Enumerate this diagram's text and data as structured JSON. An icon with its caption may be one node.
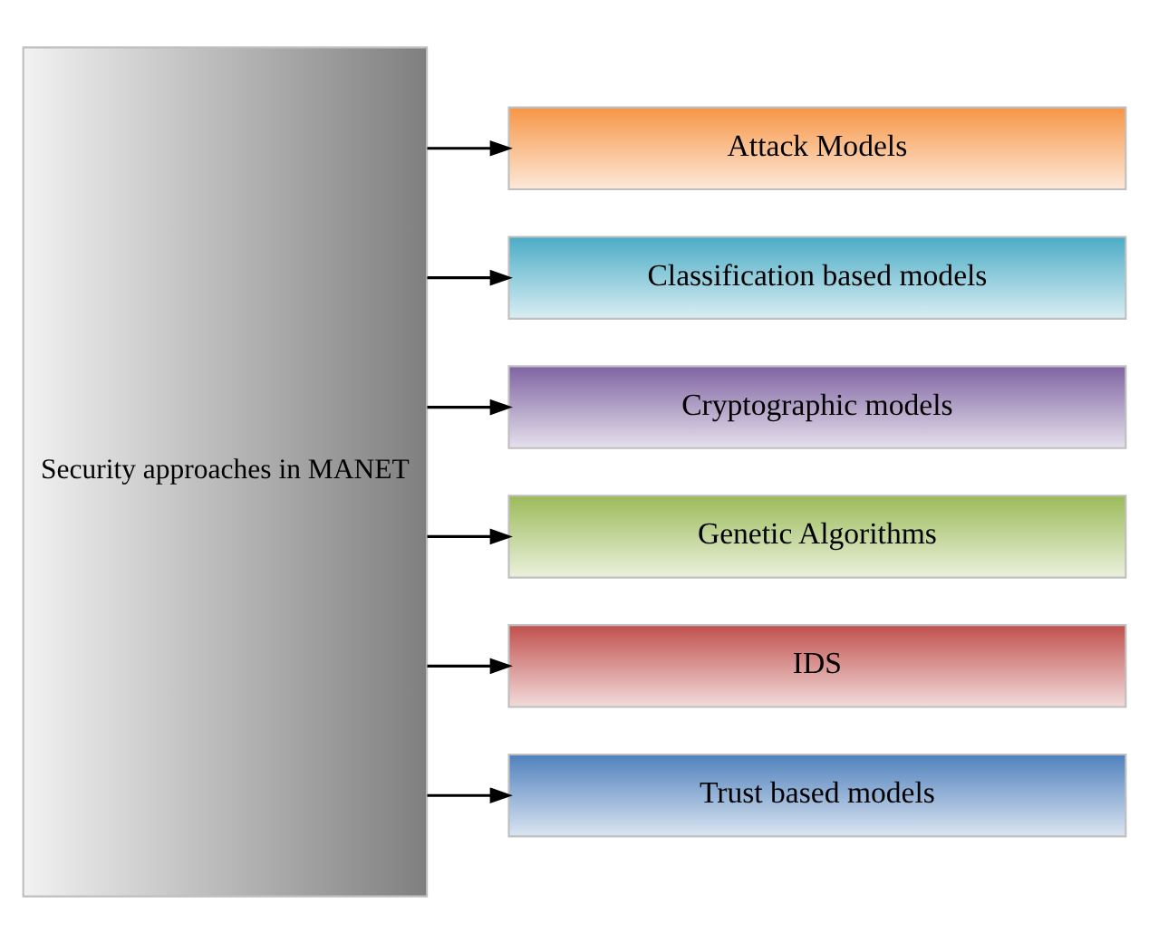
{
  "diagram": {
    "nodes": [
      {
        "text": [
          "Security approaches in MANET"
        ]
      },
      {
        "text": [
          "Attack Models"
        ]
      },
      {
        "text": [
          "Classification based models"
        ]
      },
      {
        "text": [
          "Cryptographic models"
        ]
      },
      {
        "text": [
          "Genetic Algorithms"
        ]
      },
      {
        "text": [
          "IDS"
        ]
      },
      {
        "text": [
          "Trust based models"
        ]
      }
    ],
    "edges": [
      {
        "from": 0,
        "to": 1,
        "arrow": "to"
      },
      {
        "from": 0,
        "to": 2,
        "arrow": "to"
      },
      {
        "from": 0,
        "to": 3,
        "arrow": "to"
      },
      {
        "from": 0,
        "to": 4,
        "arrow": "to"
      },
      {
        "from": 0,
        "to": 5,
        "arrow": "to"
      },
      {
        "from": 0,
        "to": 6,
        "arrow": "to"
      }
    ]
  }
}
